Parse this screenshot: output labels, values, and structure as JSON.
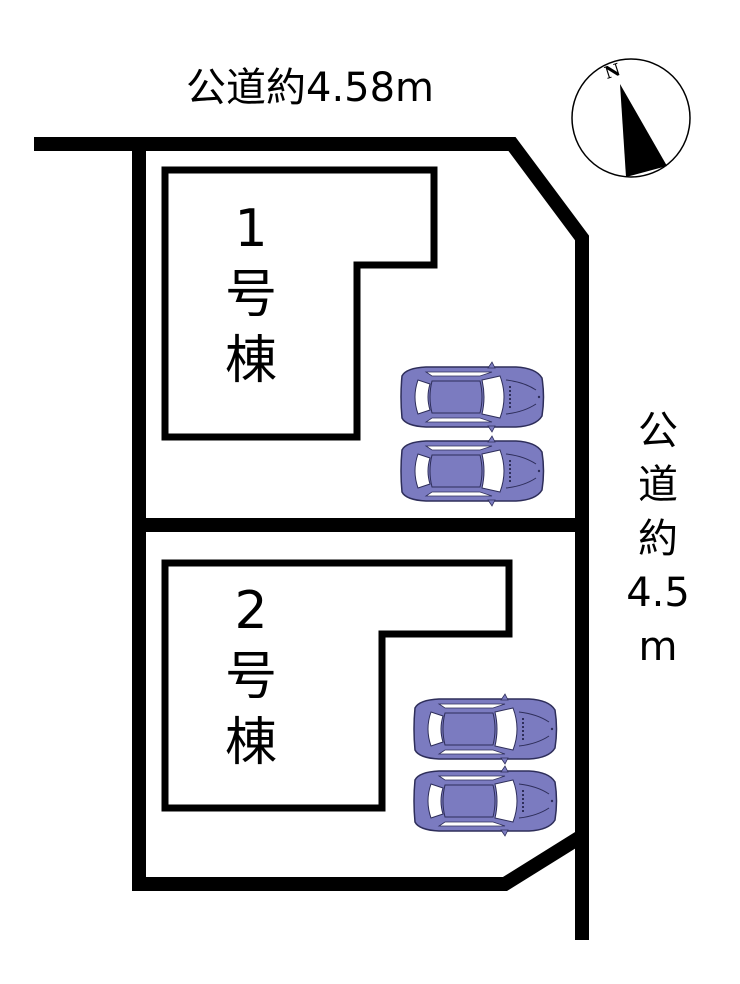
{
  "roads": {
    "top": {
      "label": "公道約4.58m"
    },
    "right": {
      "chars": [
        "公",
        "道",
        "約",
        "4.5",
        "m"
      ]
    }
  },
  "buildings": [
    {
      "id": 1,
      "chars": [
        "1",
        "号",
        "棟"
      ],
      "parking_spaces": 2
    },
    {
      "id": 2,
      "chars": [
        "2",
        "号",
        "棟"
      ],
      "parking_spaces": 2
    }
  ],
  "compass": {
    "label": "N"
  },
  "colors": {
    "line": "#000000",
    "car_body": "#7b7bc0",
    "car_outline": "#2e2e5a",
    "background": "#ffffff"
  }
}
